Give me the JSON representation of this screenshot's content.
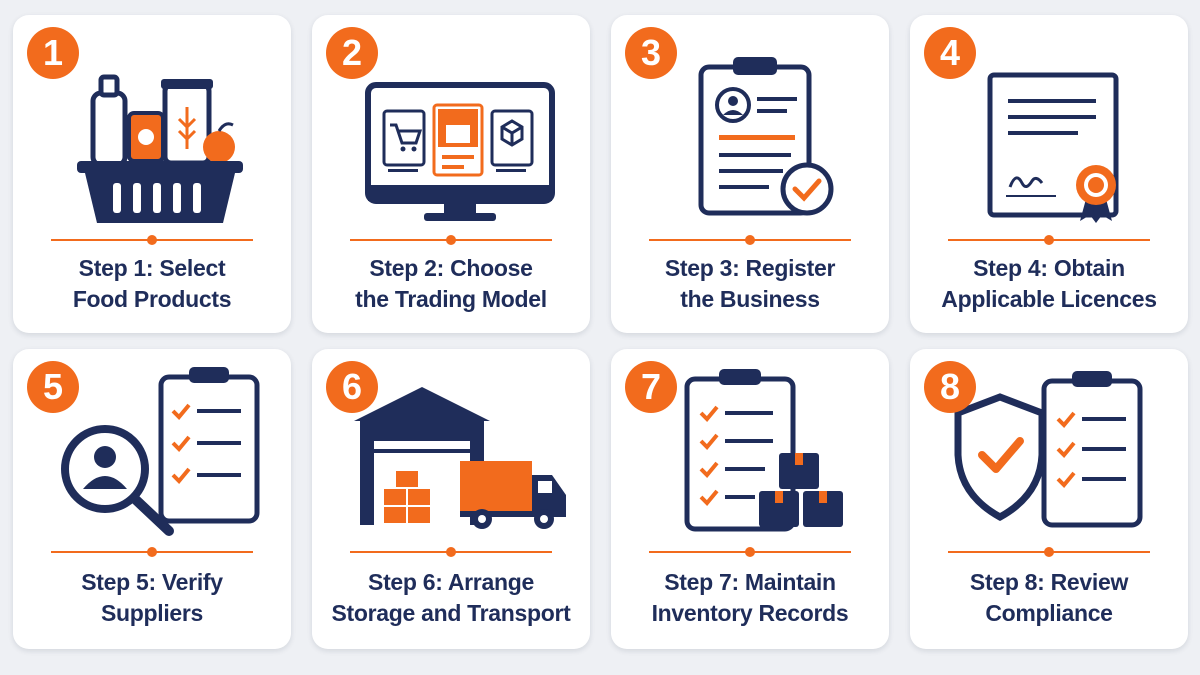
{
  "steps": [
    {
      "number": "1",
      "line1": "Step 1: Select",
      "line2": "Food Products"
    },
    {
      "number": "2",
      "line1": "Step 2: Choose",
      "line2": "the Trading Model"
    },
    {
      "number": "3",
      "line1": "Step 3: Register",
      "line2": "the Business"
    },
    {
      "number": "4",
      "line1": "Step 4: Obtain",
      "line2": "Applicable Licences"
    },
    {
      "number": "5",
      "line1": "Step 5: Verify",
      "line2": "Suppliers"
    },
    {
      "number": "6",
      "line1": "Step 6: Arrange",
      "line2": "Storage and Transport"
    },
    {
      "number": "7",
      "line1": "Step 7: Maintain",
      "line2": "Inventory Records"
    },
    {
      "number": "8",
      "line1": "Step 8: Review",
      "line2": "Compliance"
    }
  ],
  "icons": {
    "step1": "food-basket-icon",
    "step2": "computer-storefront-icon",
    "step3": "clipboard-registration-icon",
    "step4": "licence-certificate-icon",
    "step5": "magnifier-checklist-icon",
    "step6": "warehouse-truck-icon",
    "step7": "inventory-clipboard-boxes-icon",
    "step8": "shield-checklist-icon"
  },
  "colors": {
    "accent": "#f26b1d",
    "navy": "#1f2d5a",
    "card": "#ffffff",
    "background": "#eef0f4"
  }
}
